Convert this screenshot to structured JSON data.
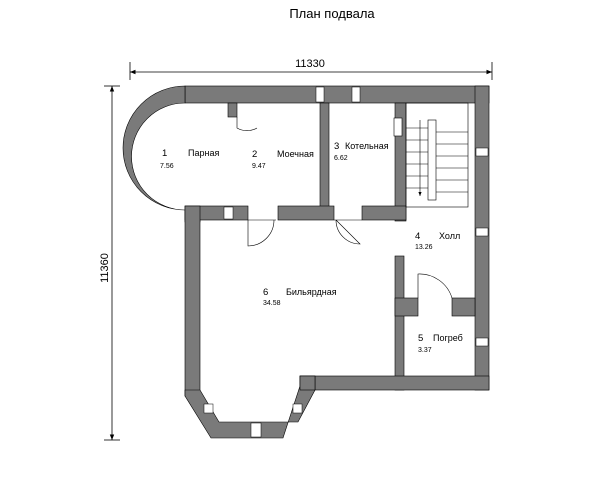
{
  "title": "План подвала",
  "dimensions": {
    "width": "11330",
    "height": "11360"
  },
  "rooms": [
    {
      "number": "1",
      "name": "Парная",
      "area": "7.56"
    },
    {
      "number": "2",
      "name": "Моечная",
      "area": "9.47"
    },
    {
      "number": "3",
      "name": "Котельная",
      "area": "6.62"
    },
    {
      "number": "4",
      "name": "Холл",
      "area": "13.26"
    },
    {
      "number": "5",
      "name": "Погреб",
      "area": "3.37"
    },
    {
      "number": "6",
      "name": "Бильярдная",
      "area": "34.58"
    }
  ],
  "colors": {
    "wall": "#7a7a7a",
    "line": "#000000",
    "background": "#ffffff"
  }
}
